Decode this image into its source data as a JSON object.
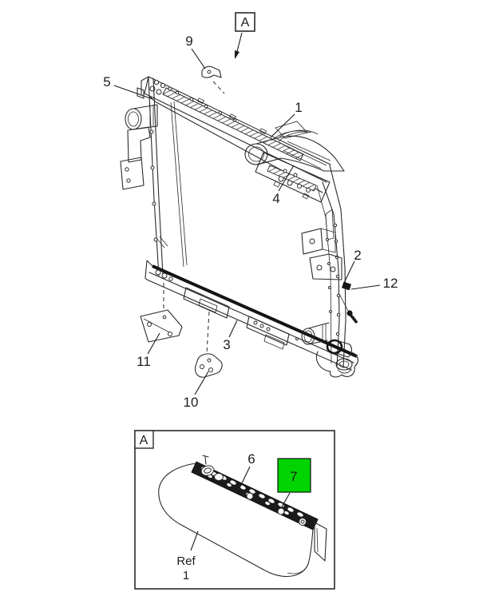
{
  "figure": {
    "type": "exploded-parts-diagram",
    "subject": "radiator-mounting-assembly",
    "detail_view_marker": "A",
    "callouts": {
      "c1": "1",
      "c2": "2",
      "c3": "3",
      "c4": "4",
      "c5": "5",
      "c9": "9",
      "c10": "10",
      "c11": "11",
      "c12": "12"
    },
    "inset": {
      "marker": "A",
      "callouts": {
        "c6": "6",
        "c7": "7"
      },
      "reference": {
        "label": "Ref",
        "number": "1"
      },
      "highlight_color": "#00d400"
    }
  }
}
